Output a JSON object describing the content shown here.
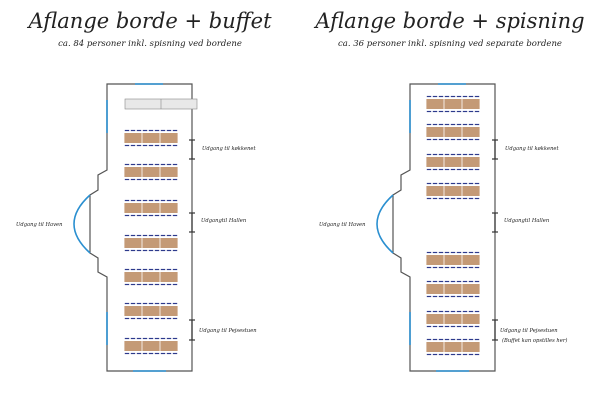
{
  "left": {
    "title": "Aflange borde + buffet",
    "subtitle": "ca. 84 personer inkl. spisning ved bordene",
    "labels": {
      "kitchen": "Udgang til køkkenet",
      "hall": "Udgangtil Hallen",
      "garden": "Udgang til Haven",
      "fireplace": "Udgang til Pejsestuen"
    }
  },
  "right": {
    "title": "Aflange borde + spisning",
    "subtitle": "ca. 36 personer inkl. spisning ved separate bordene",
    "labels": {
      "kitchen": "Udgang til køkkenet",
      "hall": "Udgangtil Hallen",
      "garden": "Udgang til Haven",
      "fireplace": "Udgang til Pejsestuen",
      "buffet_note": "(Buffet kan opstilles her)"
    }
  },
  "colors": {
    "wall": "#555555",
    "door": "#2a8fd0",
    "table": "#c49a76",
    "chair": "#2d3a8c",
    "buffet": "#e8e8e8"
  }
}
